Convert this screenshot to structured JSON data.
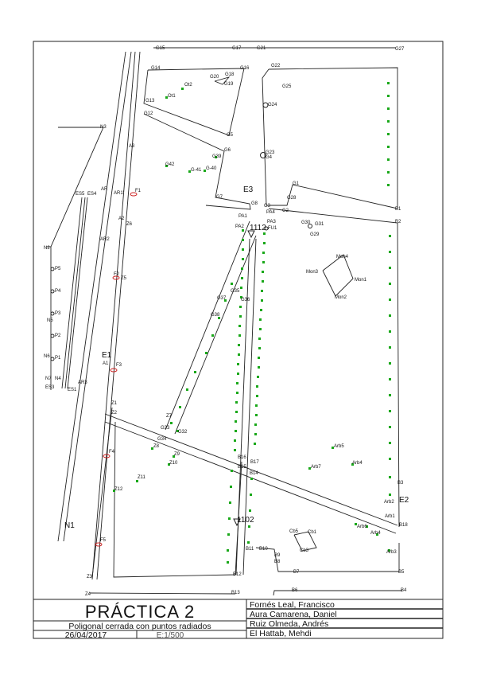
{
  "title_block": {
    "title": "PRÁCTICA 2",
    "subtitle": "Poligonal cerrada con puntos radiados",
    "date": "26/04/2017",
    "scale": "E:1/500",
    "authors": [
      "Fornés Leal, Francisco",
      "Aura Camarena, Daniel",
      "Ruiz Olmeda, Andrés",
      "El Hattab, Mehdi"
    ]
  },
  "station_labels": [
    "E3",
    "1112",
    "E1",
    "E2",
    "N1",
    "1102"
  ],
  "colors": {
    "radiated_point": "#19a819",
    "marker": "#cc2222",
    "ink": "#222222"
  },
  "point_labels": [
    "G15",
    "G17",
    "G21",
    "G27",
    "G14",
    "G16",
    "G20",
    "G18",
    "G19",
    "G22",
    "Ot2",
    "Ot1",
    "G13",
    "G25",
    "G24",
    "G12",
    "N3",
    "G5",
    "G6",
    "A3",
    "G39",
    "G23",
    "G4",
    "G42",
    "G-41",
    "G-40",
    "AR",
    "ES5",
    "ES4",
    "AR1'",
    "F1",
    "G7",
    "G8",
    "G1",
    "G28",
    "G3",
    "PA1",
    "PA4",
    "G2",
    "A2",
    "PA3",
    "G30",
    "G31",
    "Z6",
    "PA2",
    "FU1",
    "G29",
    "B2",
    "B1",
    "AR2",
    "N2",
    "Mon4",
    "P5",
    "Mon3",
    "Mon1",
    "F2",
    "Z5",
    "P4",
    "Mon2",
    "G35",
    "G37",
    "G36",
    "N5",
    "P3",
    "G38",
    "P2",
    "A1",
    "F3",
    "N6",
    "P1",
    "N7",
    "N4",
    "ES3",
    "ES1",
    "AR3",
    "Z1",
    "Z7",
    "Z2",
    "G33",
    "G32",
    "G34",
    "Arb5",
    "Z8",
    "Z9",
    "F4",
    "B16",
    "B17",
    "Arb7",
    "Arb4",
    "Z10",
    "B15",
    "Z11",
    "B14",
    "Z12",
    "B3",
    "Arb2",
    "Arb1",
    "B18",
    "Cb5",
    "Cb1",
    "Arb6",
    "Arb4",
    "Cb3",
    "F5",
    "B11",
    "B10",
    "Arb3",
    "B9",
    "B8",
    "Z3",
    "B7",
    "B12",
    "B5",
    "B6",
    "B4",
    "Z4",
    "B13"
  ]
}
